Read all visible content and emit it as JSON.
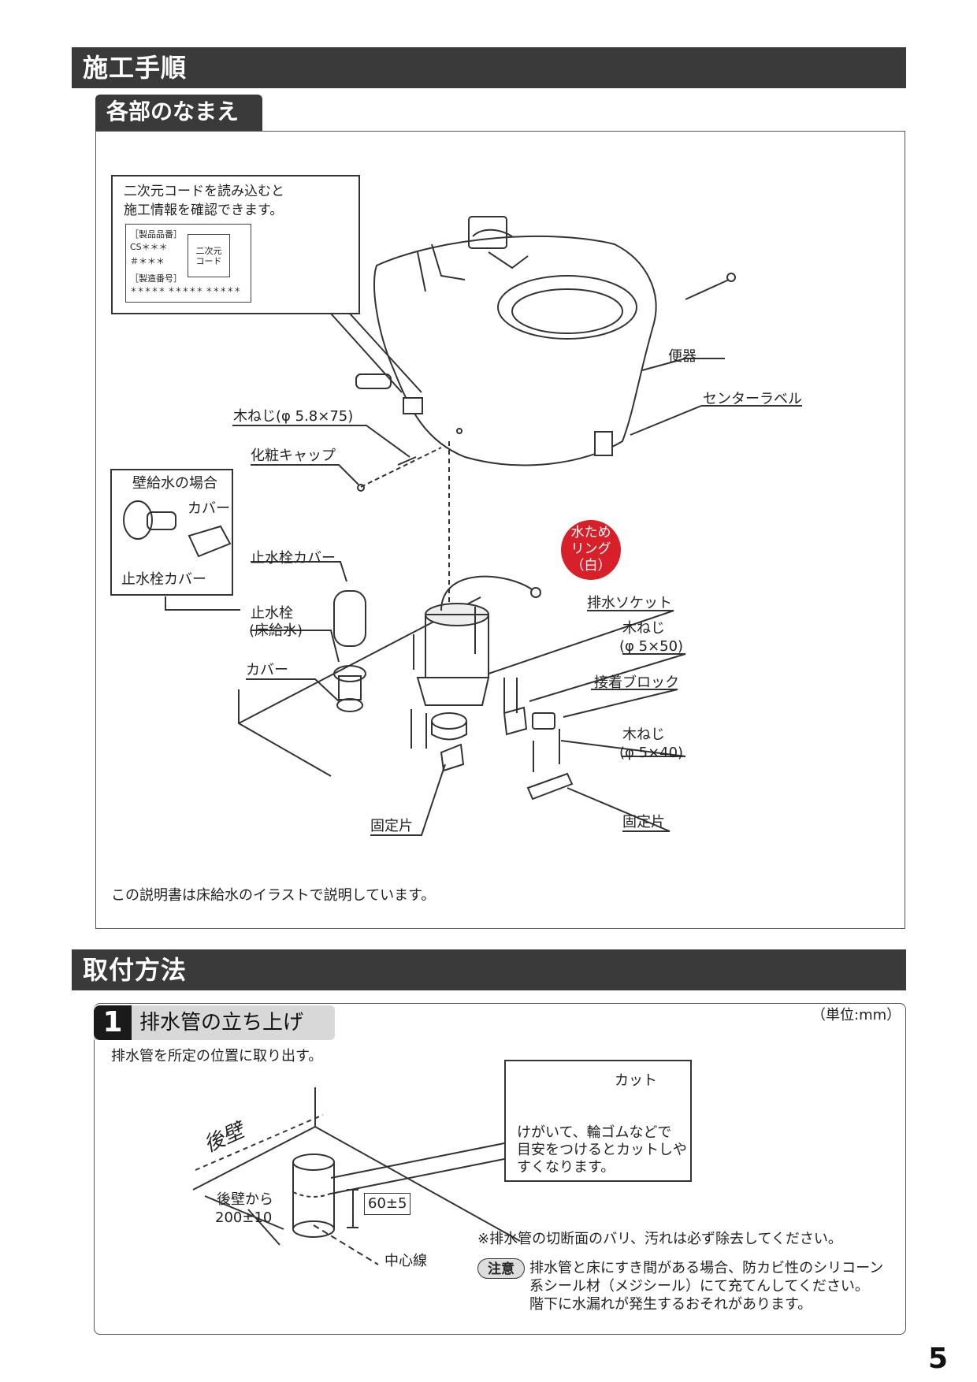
{
  "section1": {
    "title": "施工手順"
  },
  "parts": {
    "tab_title": "各部のなまえ",
    "qr_note": {
      "line1": "二次元コードを読み込むと",
      "line2": "施工情報を確認できます。"
    },
    "label_card": {
      "product_no_label": "［製品品番］",
      "product_line1": "CS＊＊＊",
      "product_line2": "＃＊＊＊",
      "serial_label": "［製造番号］",
      "serial_value": "＊＊＊＊＊ ＊＊＊＊＊ ＊＊＊＊＊",
      "code_box": "二次元\nコード"
    },
    "callouts": {
      "bowl": "便器",
      "center_label": "センターラベル",
      "wood_screw_75": "木ねじ(φ 5.8×75)",
      "decor_cap": "化粧キャップ",
      "wall_supply": "壁給水の場合",
      "cover_wall": "カバー",
      "valve_cover_wall": "止水栓カバー",
      "valve_cover": "止水栓カバー",
      "valve_line1": "止水栓",
      "valve_line2": "(床給水)",
      "cover": "カバー",
      "ring_line1": "水ため",
      "ring_line2": "リング",
      "ring_line3": "（白）",
      "drain_socket": "排水ソケット",
      "wood_screw_50_line1": "木ねじ",
      "wood_screw_50_line2": "(φ 5×50)",
      "adhesive_block": "接着ブロック",
      "wood_screw_40_line1": "木ねじ",
      "wood_screw_40_line2": "(φ 5×40)",
      "fixing_piece_left": "固定片",
      "fixing_piece_right": "固定片"
    },
    "footnote": "この説明書は床給水のイラストで説明しています。"
  },
  "section2": {
    "title": "取付方法"
  },
  "step1": {
    "number": "1",
    "title": "排水管の立ち上げ",
    "unit": "（単位:mm）",
    "instruction": "排水管を所定の位置に取り出す。",
    "cut_label": "カット",
    "cut_note": {
      "line1": "けがいて、輪ゴムなどで",
      "line2": "目安をつけるとカットしや",
      "line3": "すくなります。"
    },
    "back_wall": "後壁",
    "dist_line1": "後壁から",
    "dist_line2": "200±10",
    "height_dim": "60±5",
    "center_line": "中心線",
    "note_burr": "※排水管の切断面のバリ、汚れは必ず除去してください。",
    "caution_badge": "注意",
    "caution_line1": "排水管と床にすき間がある場合、防カビ性のシリコーン",
    "caution_line2": "系シール材（メジシール）にて充てんしてください。",
    "caution_line3": "階下に水漏れが発生するおそれがあります。"
  },
  "page_number": "5"
}
